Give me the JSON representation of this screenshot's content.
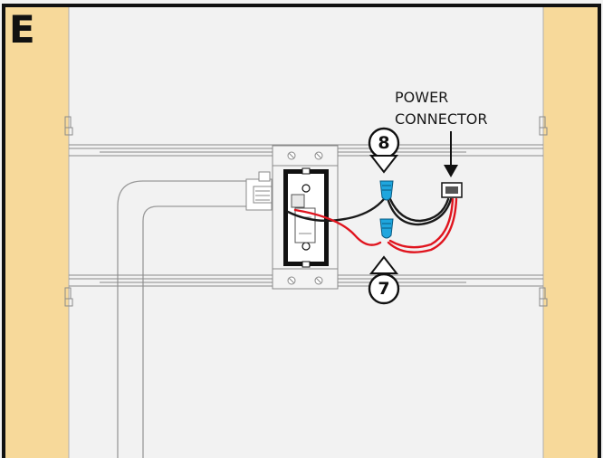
{
  "step": {
    "label": "E"
  },
  "power_connector": {
    "line1": "POWER",
    "line2": "CONNECTOR"
  },
  "callouts": {
    "upper": "8",
    "lower": "7"
  },
  "colors": {
    "stud": "#f7d99a",
    "wall": "#f2f2f2",
    "frame": "#111111",
    "black_wire": "#1a1a1a",
    "red_wire": "#e0141e",
    "wire_nut": "#1fa6de"
  }
}
